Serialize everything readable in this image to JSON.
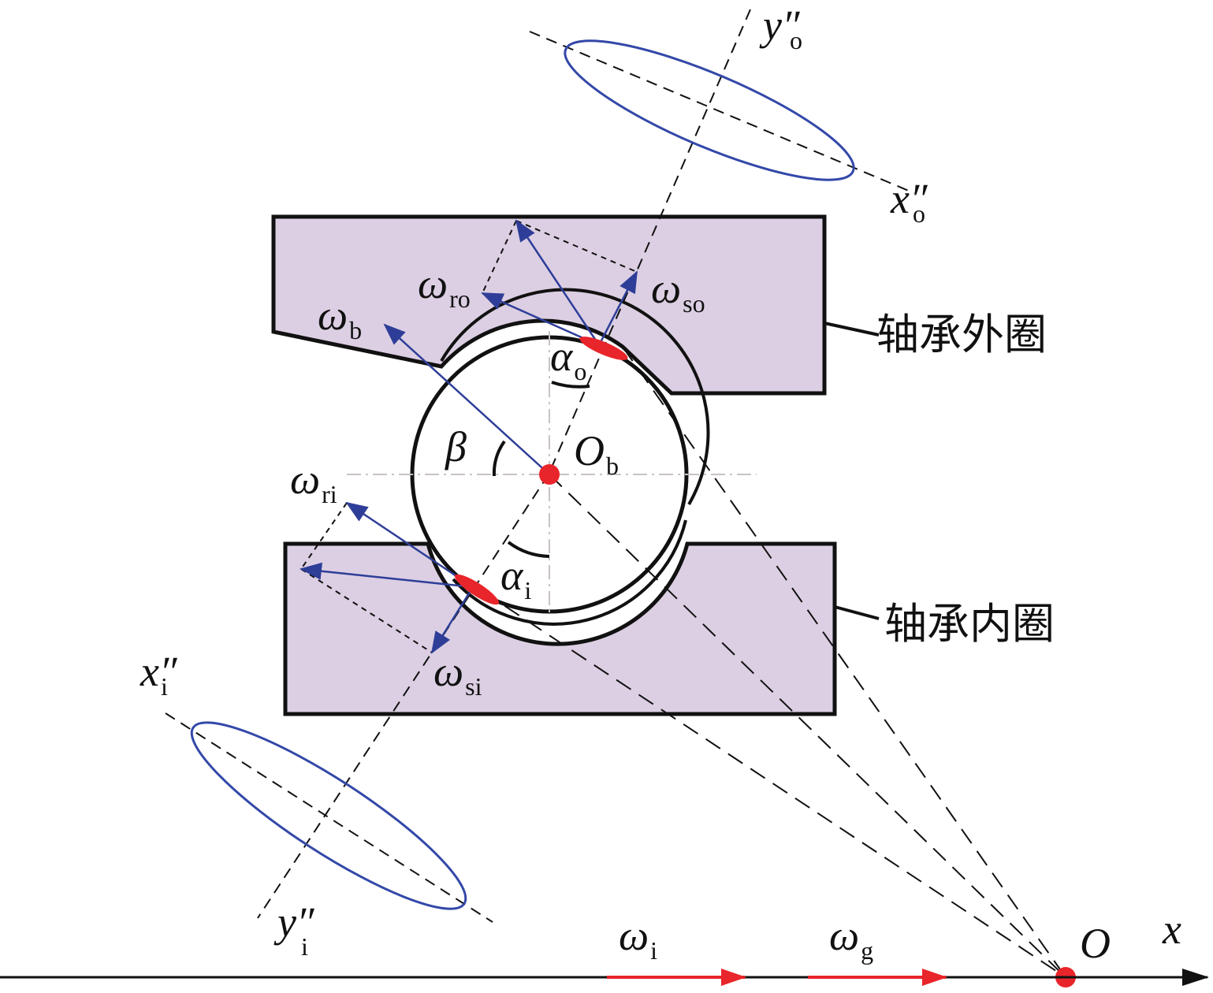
{
  "labels": {
    "outer_ring": "轴承外圈",
    "inner_ring": "轴承内圈",
    "omega": "ω",
    "alpha": "α",
    "beta": "β",
    "x_axis": "x",
    "origin": "O",
    "ball_center": "O",
    "ball_center_sub": "b",
    "omega_b_sub": "b",
    "omega_ro_sub": "ro",
    "omega_so_sub": "so",
    "omega_ri_sub": "ri",
    "omega_si_sub": "si",
    "omega_i_sub": "i",
    "omega_g_sub": "g",
    "alpha_o_sub": "o",
    "alpha_i_sub": "i",
    "xo_main": "x",
    "xo_sub": "o",
    "yo_main": "y",
    "yo_sub": "o",
    "xi_main": "x",
    "xi_sub": "i",
    "yi_main": "y",
    "yi_sub": "i",
    "prime": "″"
  },
  "colors": {
    "ring_fill": "#dccfe3",
    "vector_blue": "#2e3e98",
    "ellipse_blue": "#3348a8",
    "contact_red": "#e8252a",
    "axis_vector_red": "#e8252a",
    "outline": "#111111"
  }
}
